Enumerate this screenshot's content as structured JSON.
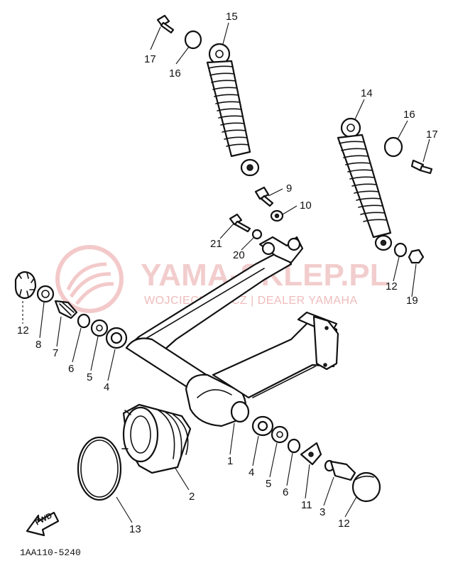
{
  "watermark": {
    "brand": "YAMA-SKLEP.PL",
    "dealer": "WOJCIECHOWICZ | DEALER YAMAHA"
  },
  "diagram_code": "1AA110-5240",
  "direction_marker": "FWD",
  "callouts": [
    {
      "id": "c15",
      "label": "15"
    },
    {
      "id": "c17a",
      "label": "17"
    },
    {
      "id": "c16a",
      "label": "16"
    },
    {
      "id": "c14",
      "label": "14"
    },
    {
      "id": "c16b",
      "label": "16"
    },
    {
      "id": "c17b",
      "label": "17"
    },
    {
      "id": "c9",
      "label": "9"
    },
    {
      "id": "c10",
      "label": "10"
    },
    {
      "id": "c21",
      "label": "21"
    },
    {
      "id": "c20",
      "label": "20"
    },
    {
      "id": "c12a",
      "label": "12"
    },
    {
      "id": "c19",
      "label": "19"
    },
    {
      "id": "c12b",
      "label": "12"
    },
    {
      "id": "c8a",
      "label": "8"
    },
    {
      "id": "c7a",
      "label": "7"
    },
    {
      "id": "c6a",
      "label": "6"
    },
    {
      "id": "c5a",
      "label": "5"
    },
    {
      "id": "c4a",
      "label": "4"
    },
    {
      "id": "c1",
      "label": "1"
    },
    {
      "id": "c2",
      "label": "2"
    },
    {
      "id": "c13",
      "label": "13"
    },
    {
      "id": "c4b",
      "label": "4"
    },
    {
      "id": "c5b",
      "label": "5"
    },
    {
      "id": "c6b",
      "label": "6"
    },
    {
      "id": "c11",
      "label": "11"
    },
    {
      "id": "c3",
      "label": "3"
    },
    {
      "id": "c12c",
      "label": "12"
    }
  ]
}
